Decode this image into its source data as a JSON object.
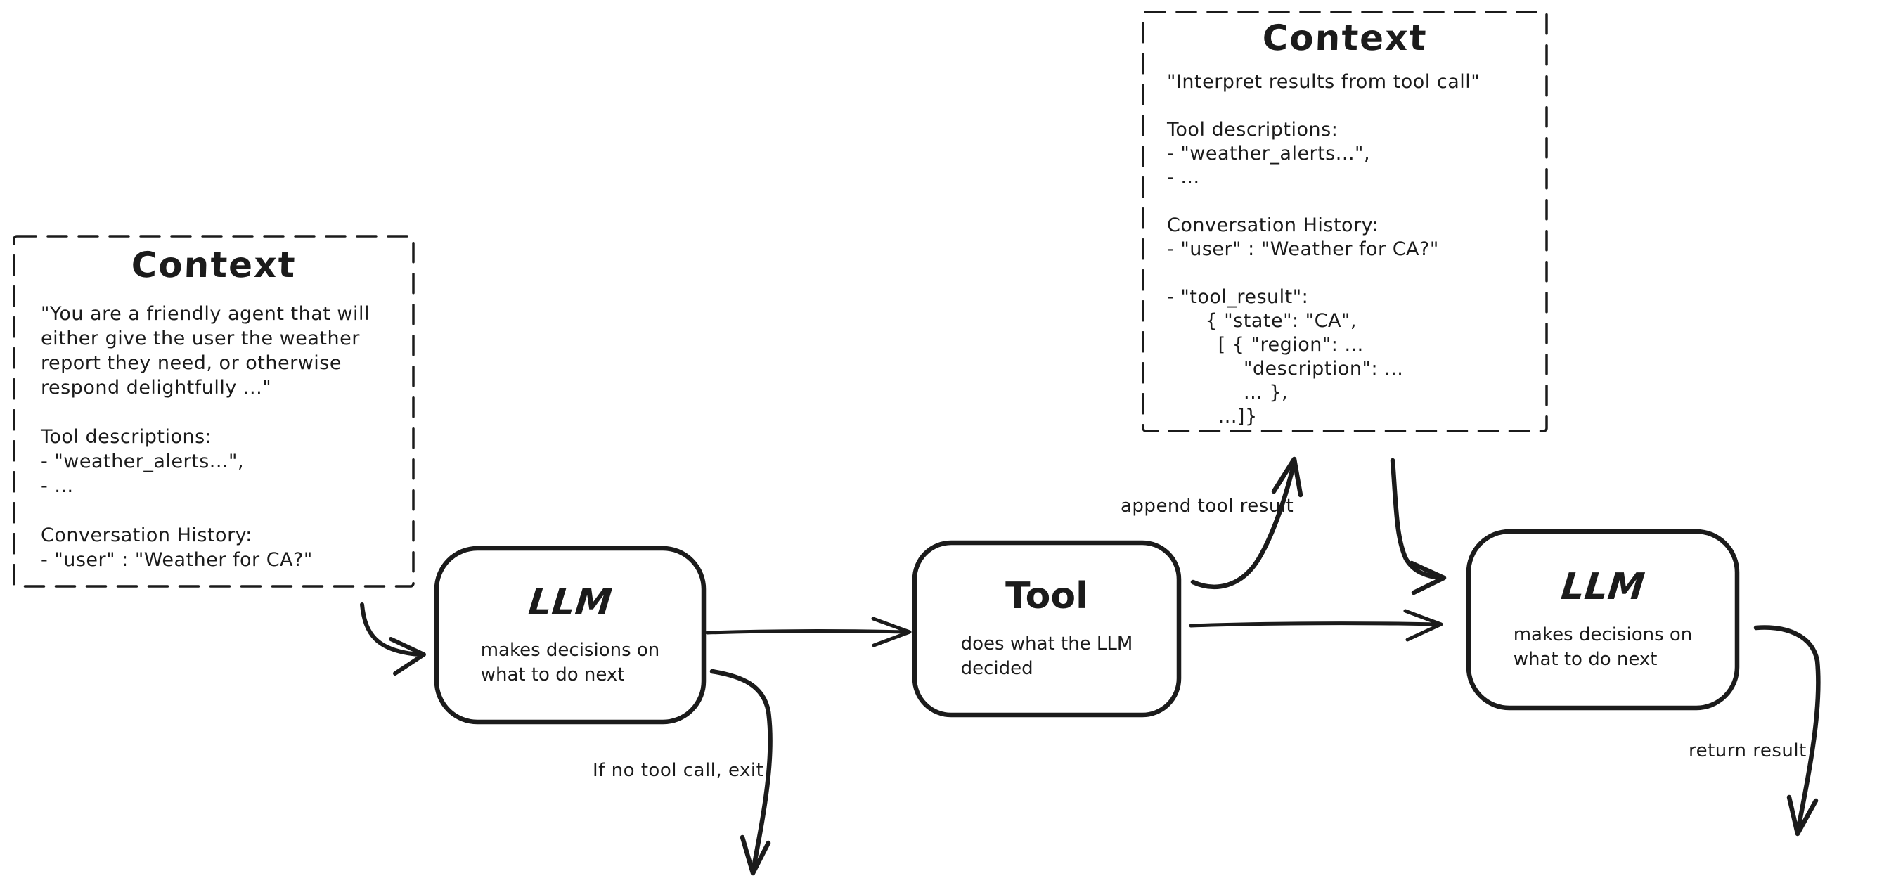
{
  "colors": {
    "ink": "#1b1b1b",
    "background": "#ffffff"
  },
  "context_left": {
    "title": "Context",
    "body_lines": [
      "\"You are a friendly agent that will",
      "either give the user the weather",
      "report they need, or otherwise",
      "respond delightfully ...\"",
      "",
      "Tool descriptions:",
      "- \"weather_alerts...\",",
      "- ...",
      "",
      "Conversation History:",
      "- \"user\" : \"Weather for CA?\""
    ]
  },
  "context_right": {
    "title": "Context",
    "body_lines": [
      "\"Interpret results from tool call\"",
      "",
      "Tool descriptions:",
      "- \"weather_alerts...\",",
      "- ...",
      "",
      "Conversation History:",
      "- \"user\" : \"Weather for CA?\"",
      "",
      "- \"tool_result\":",
      "      { \"state\": \"CA\",",
      "        [ { \"region\": ...",
      "            \"description\": ...",
      "            ... },",
      "        ...]}"
    ]
  },
  "nodes": {
    "llm_1": {
      "title": "LLM",
      "subtitle_lines": [
        "makes decisions on",
        "what to do next"
      ]
    },
    "tool": {
      "title": "Tool",
      "subtitle_lines": [
        "does what the LLM",
        "decided"
      ]
    },
    "llm_2": {
      "title": "LLM",
      "subtitle_lines": [
        "makes decisions on",
        "what to do next"
      ]
    }
  },
  "edge_labels": {
    "append_tool_result": "append tool result",
    "if_no_tool_call_exit": "If no tool call, exit",
    "return_result": "return result"
  }
}
